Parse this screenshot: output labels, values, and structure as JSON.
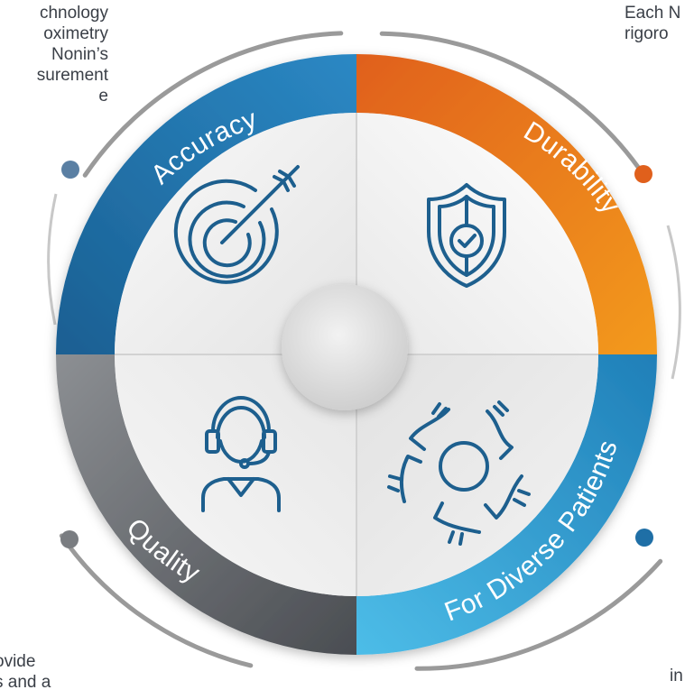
{
  "fragments": {
    "top_left": "chnology\noximetry\nNonin’s\nsurement\ne",
    "top_right": "Each N\nrigoro",
    "bottom_left": "ovide\ns and a",
    "bottom_right": "in"
  },
  "segments": [
    {
      "label": "Accuracy",
      "color": "#1f6fa6",
      "icon": "target-icon"
    },
    {
      "label": "Durability",
      "color": "#e8741a",
      "icon": "shield-icon"
    },
    {
      "label": "For Diverse Patients",
      "color": "#2a9fd4",
      "icon": "hands-circle-icon"
    },
    {
      "label": "Quality",
      "color": "#5f6266",
      "icon": "headset-icon"
    }
  ]
}
